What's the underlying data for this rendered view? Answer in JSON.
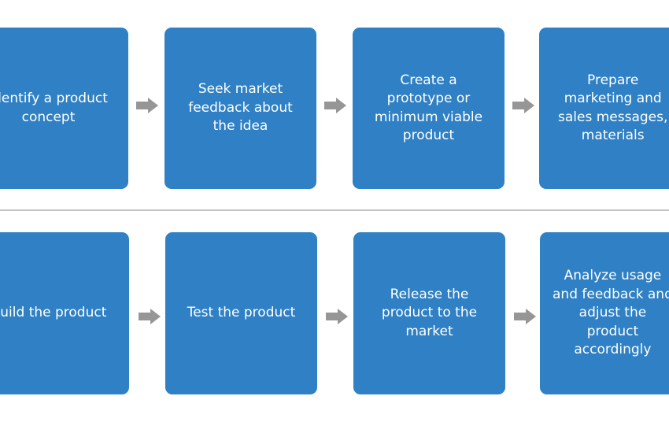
{
  "colors": {
    "box": "#2f80c4",
    "arrow": "#969696",
    "divider": "#c4c4c4",
    "text": "#ffffff"
  },
  "row1": {
    "steps": [
      {
        "label": "Identify a product\nconcept"
      },
      {
        "label": "Seek market\nfeedback about\nthe idea"
      },
      {
        "label": "Create a\nprototype or\nminimum viable\nproduct"
      },
      {
        "label": "Prepare\nmarketing and\nsales messages,\nmaterials"
      }
    ]
  },
  "row2": {
    "steps": [
      {
        "label": "Build the product"
      },
      {
        "label": "Test the product"
      },
      {
        "label": "Release the\nproduct to the\nmarket"
      },
      {
        "label": "Analyze usage\nand feedback and\nadjust the\nproduct\naccordingly"
      }
    ]
  }
}
